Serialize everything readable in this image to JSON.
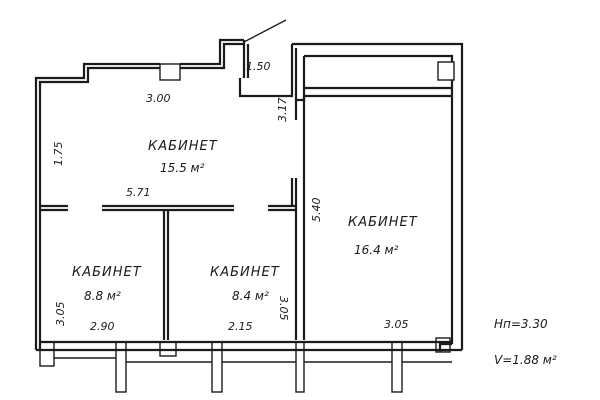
{
  "rooms": [
    {
      "name": "КАБИНЕТ",
      "area": "15.5 м²"
    },
    {
      "name": "КАБИНЕТ",
      "area": "16.4 м²"
    },
    {
      "name": "КАБИНЕТ",
      "area": "8.8 м²"
    },
    {
      "name": "КАБИНЕТ",
      "area": "8.4 м²"
    }
  ],
  "dimensions": {
    "top_stub": "1.50",
    "top_width": "3.00",
    "mid_vertical": "3.17",
    "left_height": "1.75",
    "corridor": "5.71",
    "right_partition": "5.40",
    "left_small_height": "3.05",
    "left_small_width": "2.90",
    "mid_small_height": "3.05",
    "mid_small_width": "2.15",
    "right_room_width": "3.05"
  },
  "notes": {
    "ceiling": "Hп=3.30",
    "volume": "V=1.88 м²"
  }
}
